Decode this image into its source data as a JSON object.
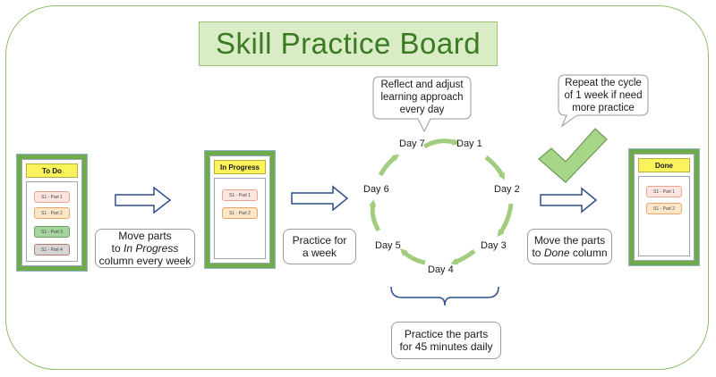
{
  "title": "Skill Practice Board",
  "columns": {
    "todo": {
      "header": "To Do",
      "cards": [
        "S1 - Part 1",
        "S1 - Part 2",
        "S1 - Part 3",
        "S1 - Part 4"
      ]
    },
    "in_progress": {
      "header": "In Progress",
      "cards": [
        "S1 - Part 1",
        "S1 - Part 2"
      ]
    },
    "done": {
      "header": "Done",
      "cards": [
        "S1 - Part 1",
        "S1 - Part 2"
      ]
    }
  },
  "notes": {
    "move_in_progress": {
      "line1": "Move parts",
      "line2_prefix": "to ",
      "line2_em": "In Progress",
      "line3": "column every week"
    },
    "practice_week": {
      "line1": "Practice for",
      "line2": "a week"
    },
    "move_done": {
      "line1": "Move the parts",
      "line2_prefix": "to ",
      "line2_em": "Done",
      "line2_suffix": " column"
    },
    "practice_daily": {
      "line1": "Practice the parts",
      "line2": "for 45 minutes daily"
    }
  },
  "callouts": {
    "reflect": {
      "line1": "Reflect and adjust",
      "line2": "learning approach",
      "line3": "every day"
    },
    "repeat": {
      "line1": "Repeat the cycle",
      "line2": "of 1 week if need",
      "line3": "more practice"
    }
  },
  "days": [
    "Day 1",
    "Day 2",
    "Day 3",
    "Day 4",
    "Day 5",
    "Day 6",
    "Day 7"
  ],
  "colors": {
    "accent_green": "#8fc06a",
    "title_text": "#3a7a22",
    "arrow_blue": "#2f4f8a",
    "header_yellow": "#fbf35c"
  },
  "icons": [
    "checkmark-icon",
    "right-arrow-icon"
  ]
}
